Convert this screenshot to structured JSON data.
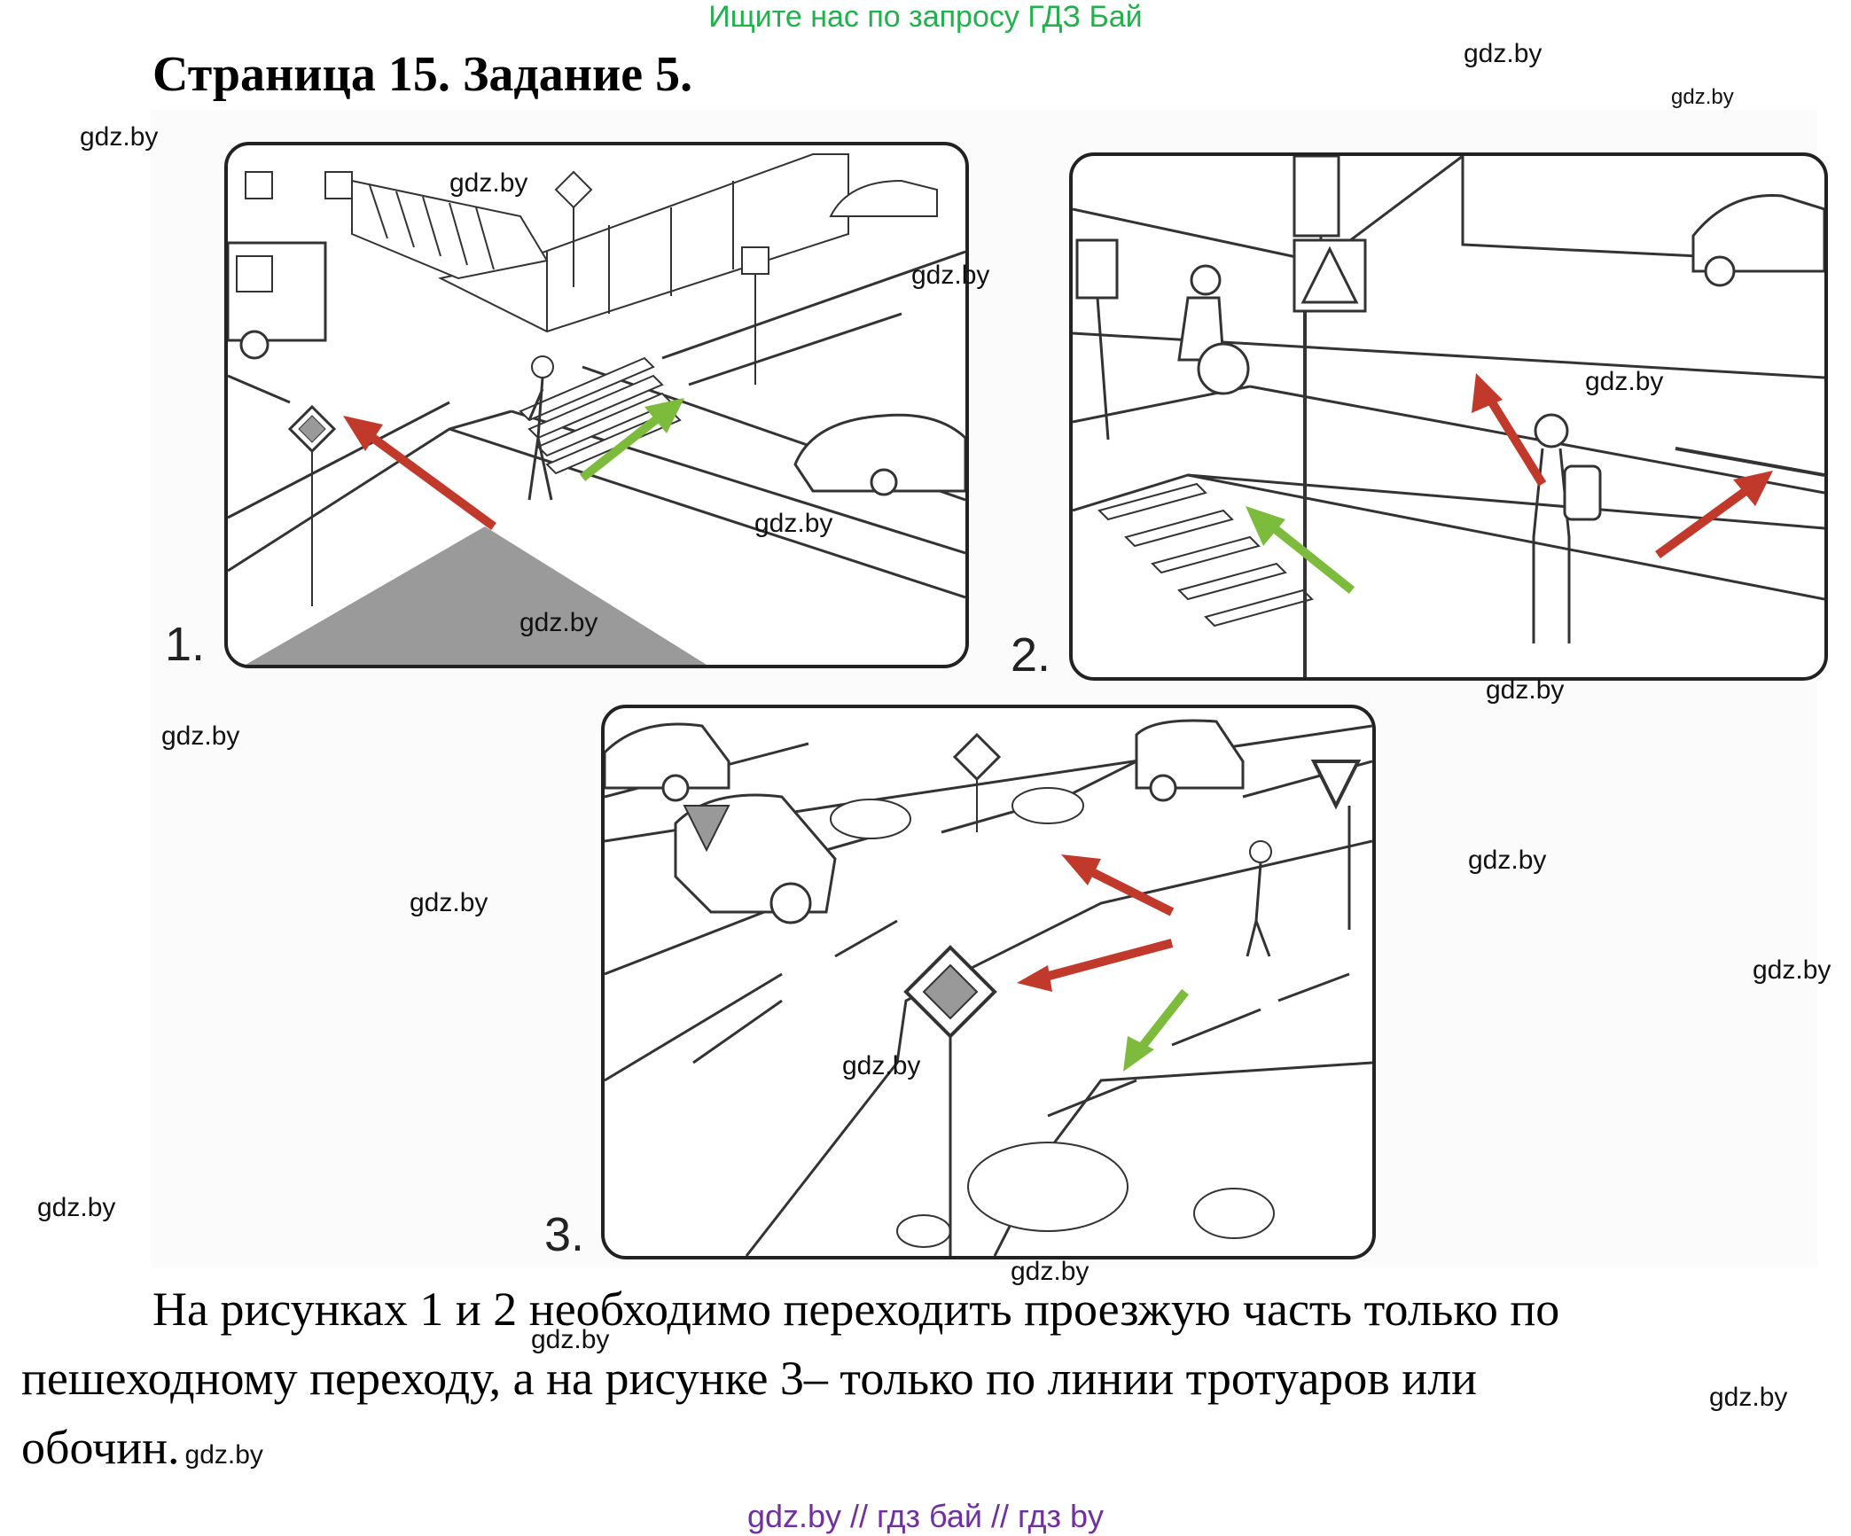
{
  "banner": "Ищите нас по запросу ГДЗ Бай",
  "title": "Страница 15. Задание 5.",
  "watermark": "gdz.by",
  "panels": [
    {
      "number": "1."
    },
    {
      "number": "2."
    },
    {
      "number": "3."
    }
  ],
  "answer": {
    "line1": "На рисунках 1 и 2 необходимо переходить проезжую часть только по",
    "line2": "пешеходному переходу, а на рисунке 3– только по линии тротуаров или",
    "line3": "обочин."
  },
  "footer": "gdz.by  //  гдз бай  //  гдз by",
  "colors": {
    "banner": "#22b14c",
    "footer": "#7030a0",
    "arrow_red": "#c0392b",
    "arrow_green": "#7dbb3c"
  }
}
